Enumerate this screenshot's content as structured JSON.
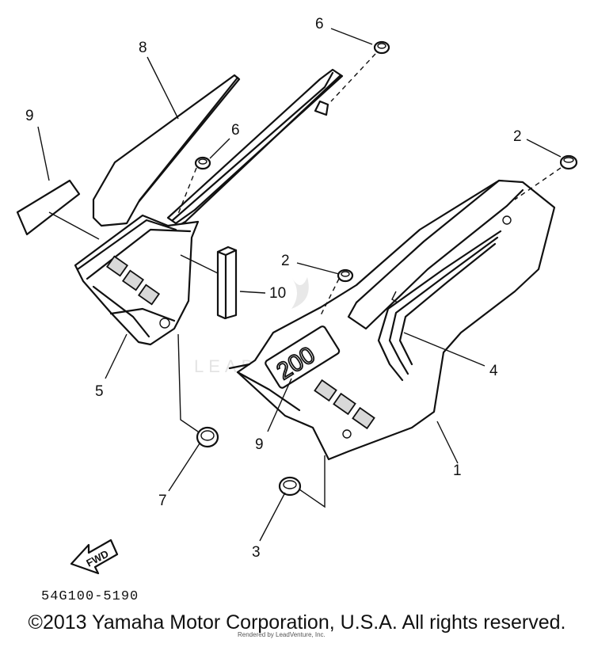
{
  "callouts": [
    "8",
    "9",
    "6",
    "6",
    "2",
    "2",
    "10",
    "4",
    "5",
    "9",
    "1",
    "7",
    "3"
  ],
  "decal_text": "200",
  "watermark": "LEADVENTURE",
  "fwd_label": "FWD",
  "part_code": "54G100-5190",
  "copyright": "©2013 Yamaha Motor Corporation, U.S.A. All rights reserved.",
  "small_credit": "Rendered by LeadVenture, Inc."
}
